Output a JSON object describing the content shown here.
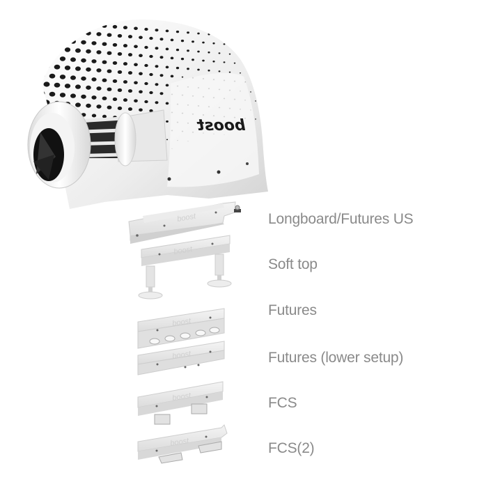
{
  "product": {
    "brand_logo_text": "boost",
    "main_image": "electric-fin-motor",
    "colors": {
      "shell": "#f2f2f2",
      "dots": "#1a1a1a",
      "label_text": "#8a8a8a",
      "part": "#e6e6e6"
    }
  },
  "mount_options": [
    {
      "label": "Longboard/Futures US",
      "part": "longboard-futures-us-adapter"
    },
    {
      "label": "Soft top",
      "part": "soft-top-adapter"
    },
    {
      "label": "Futures",
      "part": "futures-adapter"
    },
    {
      "label": "Futures (lower setup)",
      "part": "futures-lower-setup-adapter"
    },
    {
      "label": "FCS",
      "part": "fcs-adapter"
    },
    {
      "label": "FCS(2)",
      "part": "fcs2-adapter"
    }
  ]
}
